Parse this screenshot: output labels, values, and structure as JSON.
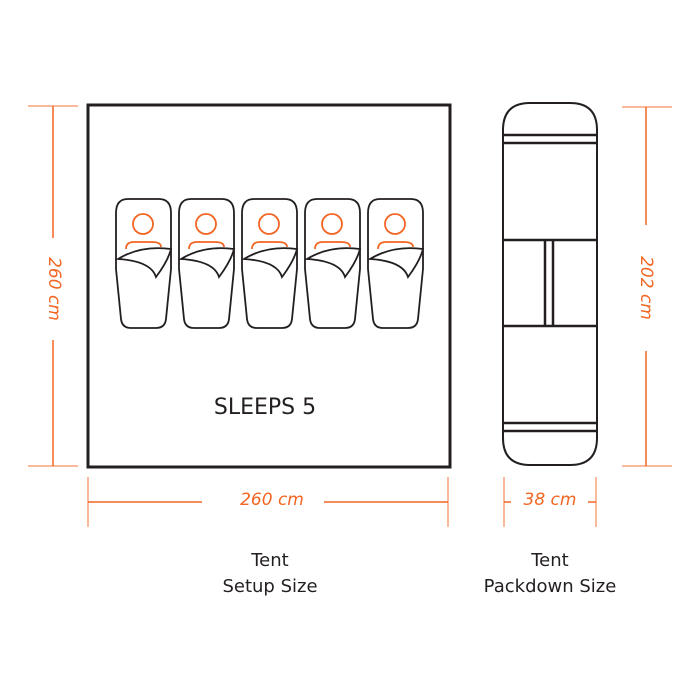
{
  "setup": {
    "width_label": "260 cm",
    "depth_label": "260 cm",
    "capacity_label": "SLEEPS 5",
    "sleeping_bags": 5,
    "caption_line1": "Tent",
    "caption_line2": "Setup Size"
  },
  "packdown": {
    "width_label": "38 cm",
    "length_label": "202 cm",
    "caption_line1": "Tent",
    "caption_line2": "Packdown Size"
  },
  "colors": {
    "accent": "#f26522",
    "outline": "#231f20",
    "background": "#ffffff"
  }
}
